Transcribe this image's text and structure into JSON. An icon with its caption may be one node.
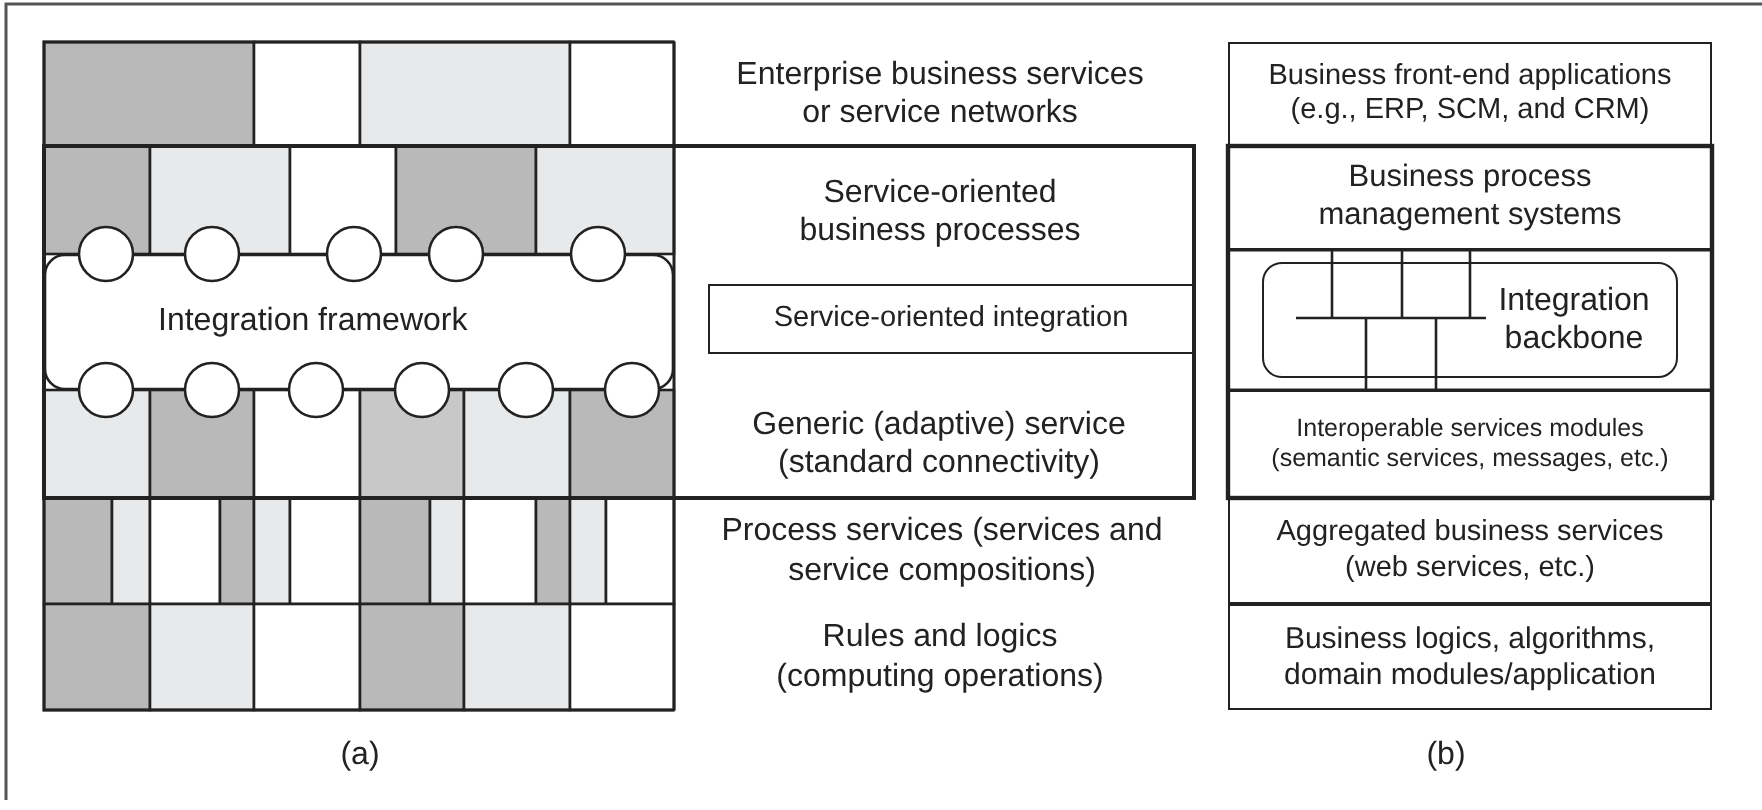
{
  "diagram": {
    "nodes": [
      {
        "text": [
          "Integration framework"
        ]
      },
      {
        "text": [
          "Service-oriented integration"
        ]
      },
      {
        "text": [
          "Business front-end applications (e.g., ERP, SCM, and CRM)"
        ]
      },
      {
        "text": [
          "Business process management systems"
        ]
      },
      {
        "text": [
          "Integration backbone"
        ]
      },
      {
        "text": [
          "Interoperable services modules (semantic services, messages, etc.)"
        ]
      },
      {
        "text": [
          "Aggregated business services (web services, etc.)"
        ]
      },
      {
        "text": [
          "Business logics, algorithms, domain modules/application"
        ]
      }
    ],
    "labels": [
      "Enterprise business services or service networks",
      "Service-oriented business processes",
      "Generic (adaptive) service (standard connectivity)",
      "Process services (services and service compositions)",
      "Rules and logics (computing operations)",
      "(a)",
      "(b)"
    ]
  }
}
